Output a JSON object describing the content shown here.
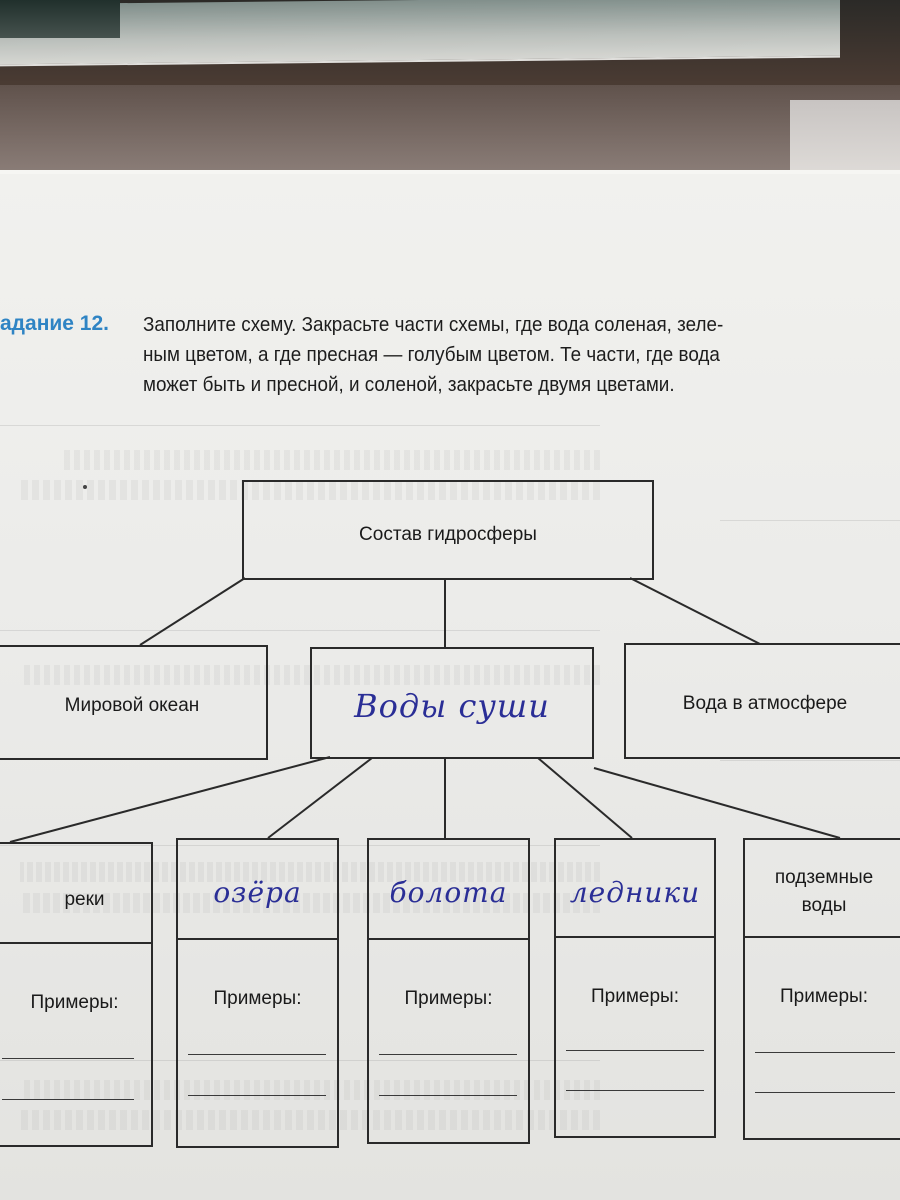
{
  "task": {
    "number": "адание 12.",
    "text": "Заполните схему. Закрасьте части схемы, где вода соленая, зеле-\nным цветом, а где пресная — голубым цветом. Те части, где вода\nможет быть и пресной, и соленой, закрасьте двумя цветами."
  },
  "diagram": {
    "root": "Состав гидросферы",
    "level1": {
      "ocean": "Мировой океан",
      "land_waters_handwritten": "Воды суши",
      "atmosphere": "Вода в атмосфере"
    },
    "level2": [
      {
        "printed": "реки",
        "handwritten": "",
        "examples_label": "Примеры:"
      },
      {
        "printed": "",
        "handwritten": "озёра",
        "examples_label": "Примеры:"
      },
      {
        "printed": "",
        "handwritten": "болота",
        "examples_label": "Примеры:"
      },
      {
        "printed": "",
        "handwritten": "ледники",
        "examples_label": "Примеры:"
      },
      {
        "printed": "подземные\nводы",
        "handwritten": "",
        "examples_label": "Примеры:"
      }
    ]
  },
  "colors": {
    "task_number": "#2f84c4",
    "handwriting_ink": "#2a2e96",
    "print_ink": "#1a1a1a"
  }
}
